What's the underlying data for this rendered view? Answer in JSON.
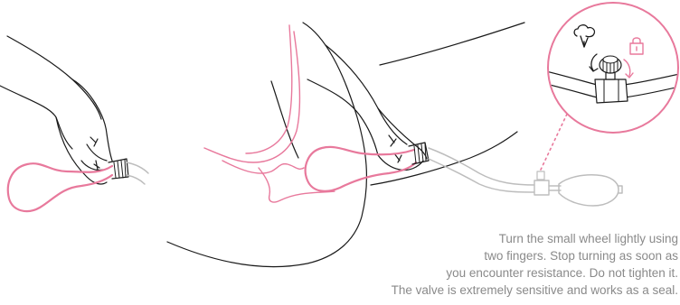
{
  "colors": {
    "accent": "#e8799c",
    "line": "#1a1a1a",
    "tube": "#bdbdbd",
    "text": "#8a8a8a"
  },
  "icons": {
    "deflate": "air-release-icon",
    "lock": "padlock-icon",
    "rotate": "rotate-arrow-icon"
  },
  "instruction": {
    "lines": [
      "Turn the small wheel lightly using",
      "two fingers. Stop turning as soon as",
      "you encounter resistance. Do not tighten it.",
      "The valve is extremely sensitive and works as a seal."
    ]
  }
}
